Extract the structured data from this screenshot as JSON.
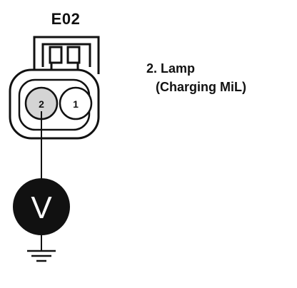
{
  "connector": {
    "name": "E02",
    "pins": [
      {
        "number": "2",
        "highlighted": true
      },
      {
        "number": "1",
        "highlighted": false
      }
    ]
  },
  "annotation": {
    "line1": "2. Lamp",
    "line2": "(Charging MiL)"
  },
  "meter": {
    "symbol": "V"
  },
  "colors": {
    "ink": "#111111",
    "pin_highlight": "#d4d4d4",
    "meter_fill": "#111111",
    "meter_text": "#ffffff"
  }
}
